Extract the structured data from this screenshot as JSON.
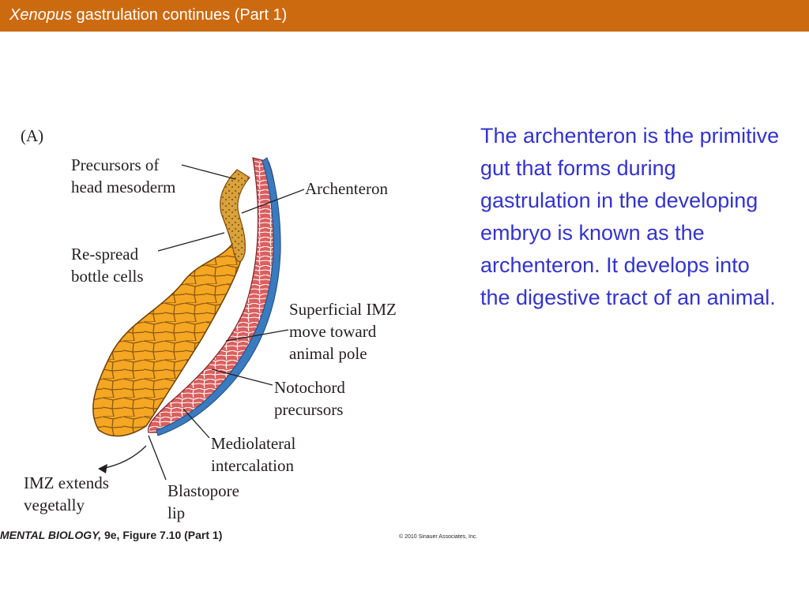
{
  "title": {
    "italic": "Xenopus",
    "rest": "gastrulation continues (Part 1)"
  },
  "figure": {
    "panel": "(A)",
    "labels": {
      "precursors_head_1": "Precursors of",
      "precursors_head_2": "head mesoderm",
      "archenteron": "Archenteron",
      "respread_1": "Re-spread",
      "respread_2": "bottle cells",
      "superficial_1": "Superficial IMZ",
      "superficial_2": "move toward",
      "superficial_3": "animal pole",
      "notochord_1": "Notochord",
      "notochord_2": "precursors",
      "mediolateral_1": "Mediolateral",
      "mediolateral_2": "intercalation",
      "imz_1": "IMZ extends",
      "imz_2": "vegetally",
      "blastopore_1": "Blastopore",
      "blastopore_2": "lip"
    },
    "caption_italic": "MENTAL BIOLOGY,",
    "caption_rest": "9e, Figure 7.10 (Part 1)",
    "copyright": "© 2010 Sinauer Associates, Inc."
  },
  "body_text": "The archenteron is the primitive gut that forms during gastrulation in the developing embryo is known as the archenteron. It develops into the digestive tract of an animal.",
  "colors": {
    "title_bar": "#cc6a0f",
    "body_text": "#3333cc",
    "yolk_cells": "#f5a623",
    "mesoderm_cells": "#d9605f",
    "ectoderm": "#3a7bbf",
    "head_mesoderm": "#d9a23a"
  }
}
